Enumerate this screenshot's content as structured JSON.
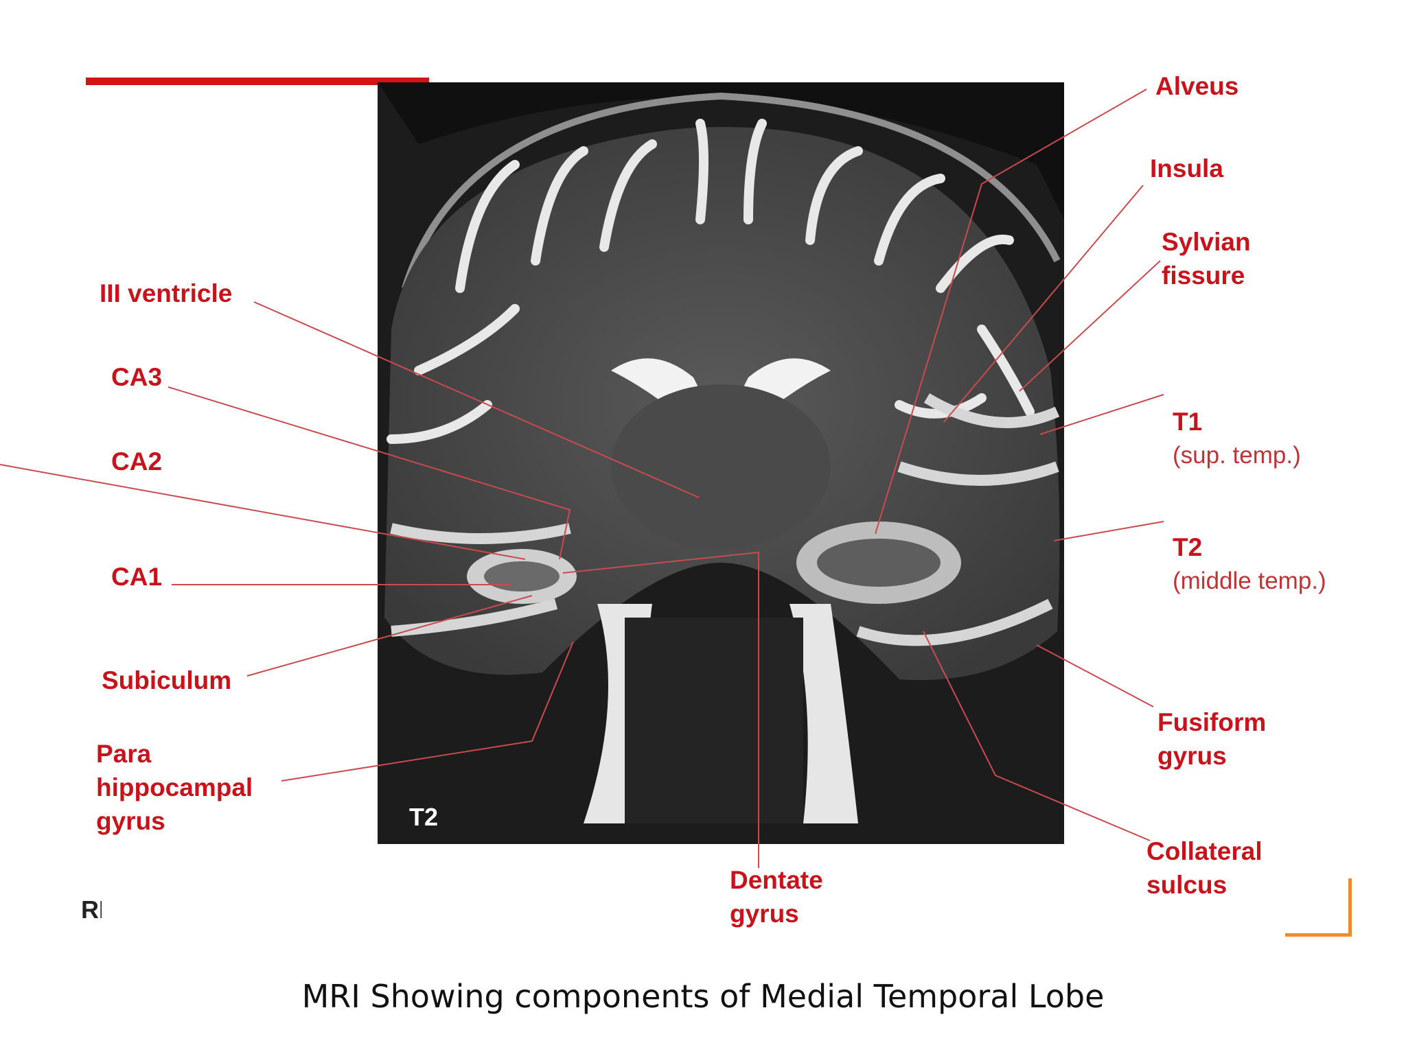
{
  "figure": {
    "image_tag": "T2",
    "caption": "MRI Showing components of Medial Temporal Lobe",
    "cut_off_text": "RI",
    "colors": {
      "label_red": "#c7141c",
      "bar_red": "#d3141b",
      "corner_orange": "#f08a2e",
      "leader_line": "#c94a4f"
    }
  },
  "labels_left": [
    {
      "id": "iii-ventricle",
      "text": "III ventricle"
    },
    {
      "id": "ca3",
      "text": "CA3"
    },
    {
      "id": "ca2",
      "text": "CA2"
    },
    {
      "id": "ca1",
      "text": "CA1"
    },
    {
      "id": "subiculum",
      "text": "Subiculum"
    },
    {
      "id": "parahippocampal",
      "text": "Para\nhippocampal\ngyrus"
    }
  ],
  "labels_right": [
    {
      "id": "alveus",
      "text": "Alveus"
    },
    {
      "id": "insula",
      "text": "Insula"
    },
    {
      "id": "sylvian",
      "text": "Sylvian\nfissure"
    },
    {
      "id": "t1",
      "text": "T1",
      "sub": "(sup. temp.)"
    },
    {
      "id": "t2",
      "text": "T2",
      "sub": "(middle temp.)"
    },
    {
      "id": "fusiform",
      "text": "Fusiform\ngyrus"
    },
    {
      "id": "collateral",
      "text": "Collateral\nsulcus"
    }
  ],
  "labels_bottom": [
    {
      "id": "dentate",
      "text": "Dentate\ngyrus"
    }
  ]
}
